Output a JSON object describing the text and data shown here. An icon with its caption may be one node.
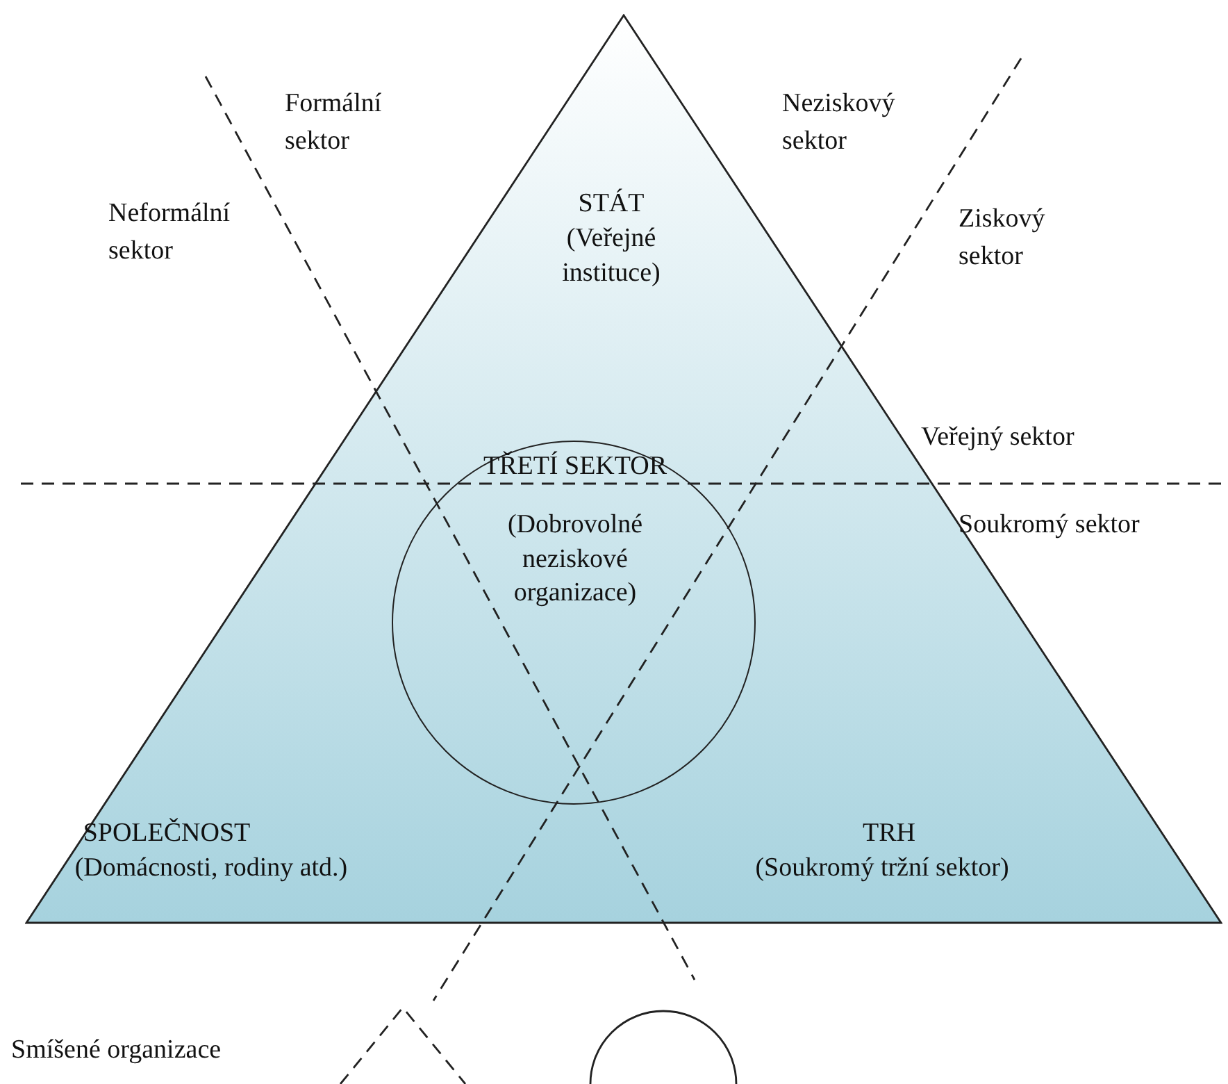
{
  "diagram": {
    "nodes": [
      {
        "text": [
          "STÁT",
          "(Veřejné instituce)",
          "SPOLEČNOST",
          "(Domácnosti, rodiny atd.)",
          "TRH",
          "(Soukromý tržní sektor)"
        ]
      },
      {
        "text": [
          "TŘETÍ SEKTOR",
          "(Dobrovolné neziskové organizace)"
        ],
        "in": 0
      }
    ],
    "edges": [],
    "labels": [
      "Formální sektor",
      "Neformální sektor",
      "Neziskový sektor",
      "Ziskový sektor",
      "Veřejný sektor",
      "Soukromý sektor",
      "Smíšené organizace"
    ]
  }
}
